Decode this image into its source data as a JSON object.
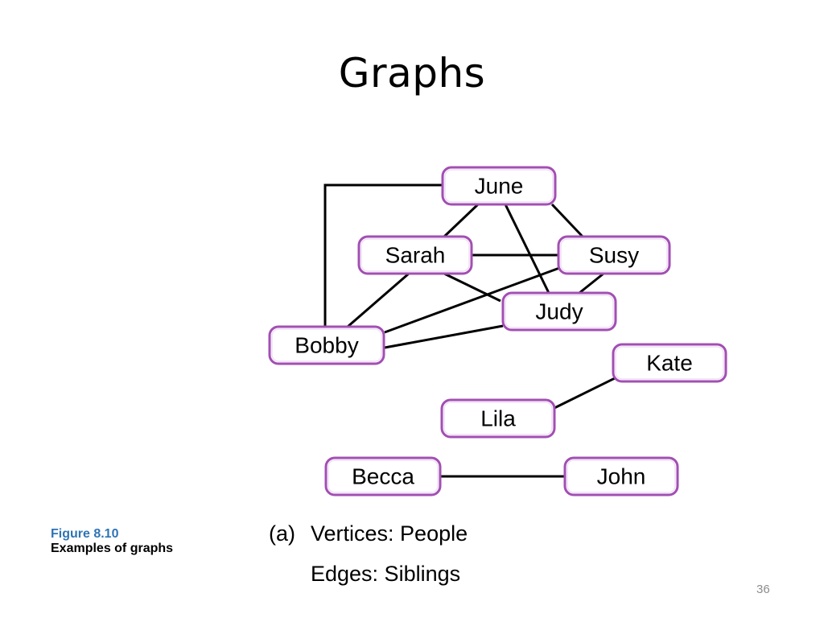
{
  "title": "Graphs",
  "graph": {
    "nodes": [
      {
        "id": "june",
        "label": "June"
      },
      {
        "id": "sarah",
        "label": "Sarah"
      },
      {
        "id": "susy",
        "label": "Susy"
      },
      {
        "id": "judy",
        "label": "Judy"
      },
      {
        "id": "bobby",
        "label": "Bobby"
      },
      {
        "id": "kate",
        "label": "Kate"
      },
      {
        "id": "lila",
        "label": "Lila"
      },
      {
        "id": "becca",
        "label": "Becca"
      },
      {
        "id": "john",
        "label": "John"
      }
    ],
    "edges": [
      [
        "june",
        "bobby"
      ],
      [
        "june",
        "sarah"
      ],
      [
        "june",
        "judy"
      ],
      [
        "june",
        "susy"
      ],
      [
        "sarah",
        "susy"
      ],
      [
        "sarah",
        "judy"
      ],
      [
        "sarah",
        "bobby"
      ],
      [
        "susy",
        "judy"
      ],
      [
        "susy",
        "bobby"
      ],
      [
        "judy",
        "bobby"
      ],
      [
        "lila",
        "kate"
      ],
      [
        "becca",
        "john"
      ]
    ],
    "node_border_color": "#a24fb3"
  },
  "caption": {
    "tag": "(a)",
    "line1": "Vertices: People",
    "line2": "Edges: Siblings"
  },
  "figure": {
    "number": "Figure 8.10",
    "description": "Examples of graphs"
  },
  "page_number": "36"
}
